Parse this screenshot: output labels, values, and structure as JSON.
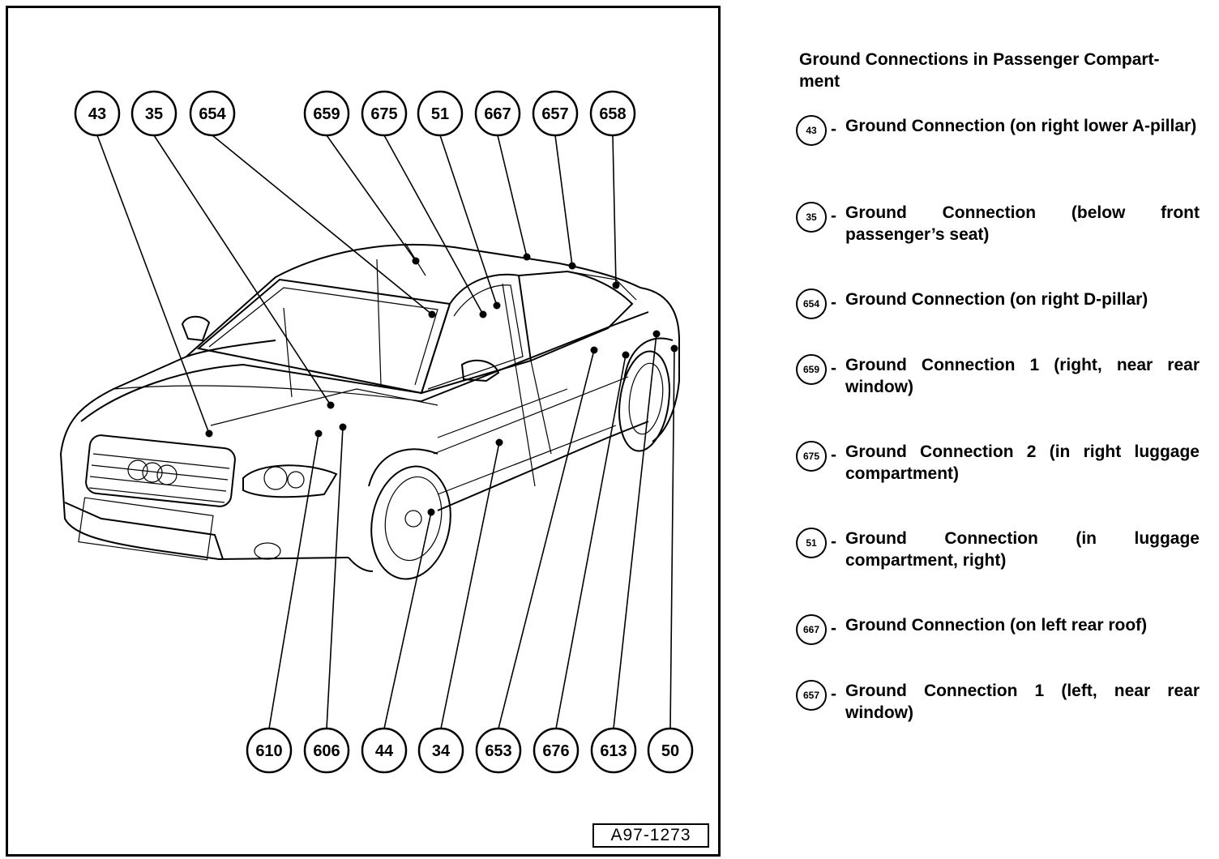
{
  "figure": {
    "figure_id": "A97-1273",
    "callouts_top": [
      "43",
      "35",
      "654",
      "659",
      "675",
      "51",
      "667",
      "657",
      "658"
    ],
    "callouts_bottom": [
      "610",
      "606",
      "44",
      "34",
      "653",
      "676",
      "613",
      "50"
    ]
  },
  "legend": {
    "title": "Ground Connections in Passenger Compart-ment",
    "items": [
      {
        "number": "43",
        "text": "Ground Connection (on right lower A-pillar)"
      },
      {
        "number": "35",
        "text": "Ground Connection (below front passenger’s seat)"
      },
      {
        "number": "654",
        "text": "Ground Connection (on right D-pillar)"
      },
      {
        "number": "659",
        "text": "Ground Connection 1 (right, near rear window)"
      },
      {
        "number": "675",
        "text": "Ground Connection 2 (in right luggage compartment)"
      },
      {
        "number": "51",
        "text": "Ground Connection (in luggage compartment, right)"
      },
      {
        "number": "667",
        "text": "Ground Connection (on left rear roof)"
      },
      {
        "number": "657",
        "text": "Ground Connection 1 (left, near rear window)"
      }
    ]
  }
}
